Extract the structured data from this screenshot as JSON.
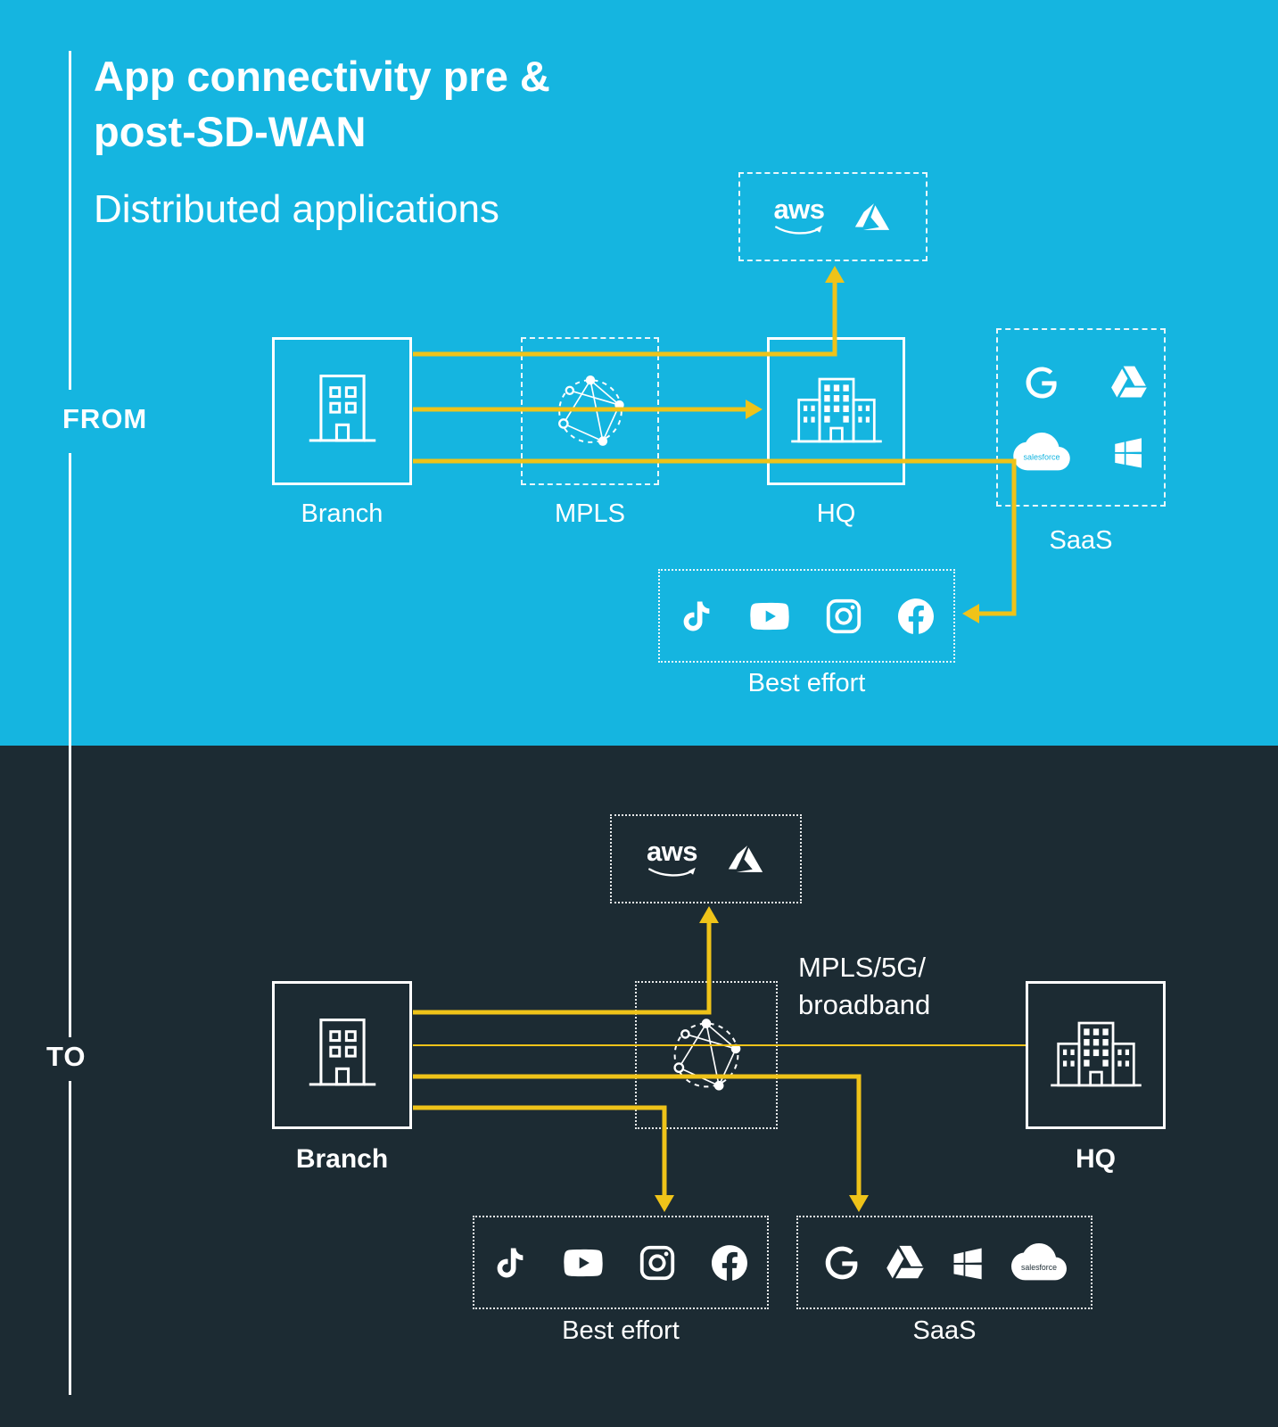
{
  "colors": {
    "cyan": "#15b5e0",
    "dark": "#1c2b33",
    "yellow": "#efc319"
  },
  "header": {
    "title1": "App connectivity pre &",
    "title2": "post-SD-WAN",
    "subtitle": "Distributed applications"
  },
  "from": {
    "label": "FROM",
    "branch_label": "Branch",
    "mpls_label": "MPLS",
    "hq_label": "HQ",
    "saas_label": "SaaS",
    "best_effort_label": "Best effort",
    "aws_text": "aws",
    "salesforce_text": "salesforce",
    "cloud_icons": [
      "aws",
      "azure"
    ],
    "saas_icons": [
      "google",
      "google-drive",
      "salesforce",
      "microsoft"
    ],
    "best_effort_icons": [
      "tiktok",
      "youtube",
      "instagram",
      "facebook"
    ]
  },
  "to": {
    "label": "TO",
    "branch_label": "Branch",
    "hq_label": "HQ",
    "saas_label": "SaaS",
    "best_effort_label": "Best effort",
    "link_label1": "MPLS/5G/",
    "link_label2": "broadband",
    "aws_text": "aws",
    "salesforce_text": "salesforce",
    "cloud_icons": [
      "aws",
      "azure"
    ],
    "saas_icons": [
      "google",
      "google-drive",
      "microsoft",
      "salesforce"
    ],
    "best_effort_icons": [
      "tiktok",
      "youtube",
      "instagram",
      "facebook"
    ]
  }
}
